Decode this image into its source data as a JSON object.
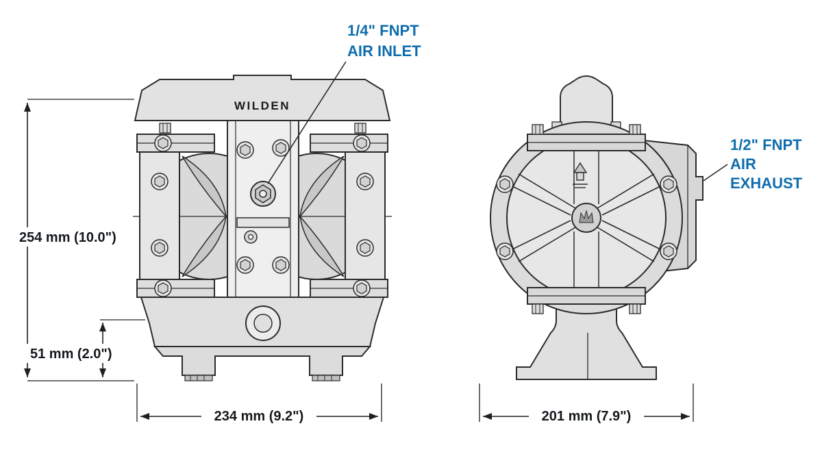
{
  "diagram": {
    "brand": "WILDEN",
    "callouts": {
      "air_inlet_line1": "1/4\" FNPT",
      "air_inlet_line2": "AIR INLET",
      "air_exhaust_line1": "1/2\" FNPT",
      "air_exhaust_line2": "AIR",
      "air_exhaust_line3": "EXHAUST"
    },
    "dimensions": {
      "overall_height": "254 mm (10.0\")",
      "base_height": "51 mm (2.0\")",
      "front_width": "234 mm (9.2\")",
      "side_width": "201 mm (7.9\")"
    },
    "colors": {
      "accent_blue": "#0e6dad",
      "line": "#2b2b2b",
      "dim_text": "#14181c"
    }
  }
}
